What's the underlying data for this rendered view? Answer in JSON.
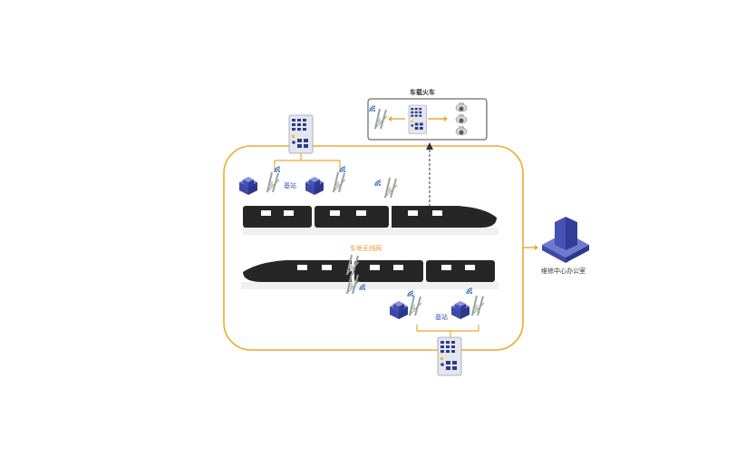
{
  "labels": {
    "onboard_train": "车载火车",
    "base_station_top": "基站",
    "base_station_bottom": "基站",
    "train_ring": "车地无线网",
    "maintenance_center": "维修中心办公室"
  },
  "colors": {
    "ring": "#f0a830",
    "train_body": "#262626",
    "train_window": "#ffffff",
    "box_border": "#4a4a4a",
    "building": "#3d4aa8",
    "switch_body": "#e4e6ee",
    "port": "#2d3a8c",
    "antenna": "#9aa39a",
    "wifi": "#3a78c8",
    "orange_text": "#e89a3c",
    "dark_text": "#333333"
  },
  "icons": [
    "switch-icon",
    "building-icon",
    "antenna-icon",
    "wifi-signal-icon",
    "camera-icon",
    "train-icon",
    "server-tower-icon"
  ]
}
